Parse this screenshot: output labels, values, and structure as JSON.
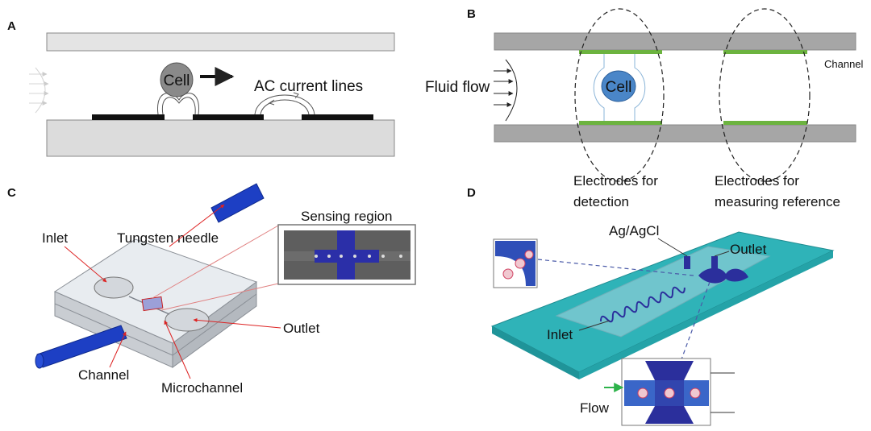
{
  "panels": {
    "a": {
      "letter": "A",
      "cell": "Cell",
      "current": "AC current lines"
    },
    "b": {
      "letter": "B",
      "flow": "Fluid flow",
      "cell": "Cell",
      "channel": "Channel",
      "detect_line1": "Electrodes for",
      "detect_line2": "detection",
      "ref_line1": "Electrodes for",
      "ref_line2": "measuring reference"
    },
    "c": {
      "letter": "C",
      "sensing": "Sensing region",
      "inlet": "Inlet",
      "needle": "Tungsten needle",
      "outlet": "Outlet",
      "channel": "Channel",
      "microchannel": "Microchannel"
    },
    "d": {
      "letter": "D",
      "electrode": "Ag/AgCl",
      "outlet": "Outlet",
      "inlet": "Inlet",
      "flow": "Flow"
    }
  },
  "colors": {
    "wall_gray": "#a8a8a8",
    "substrate_gray": "#d9d9d9",
    "electrode_black": "#111111",
    "electrode_green": "#6cb33f",
    "cell_blue": "#4a86c8",
    "needle_blue": "#1d3fc4",
    "chip_teal": "#2fb3b8",
    "dark_blue": "#2b2f9c"
  }
}
